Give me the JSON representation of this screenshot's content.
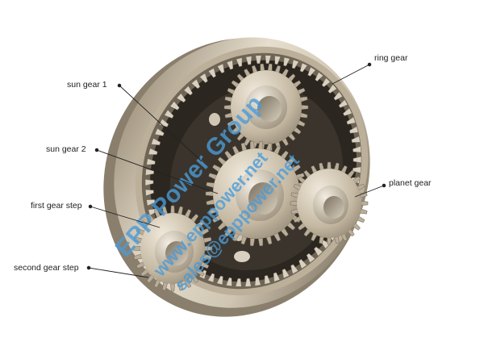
{
  "labels": {
    "ring_gear": "ring gear",
    "sun_gear_1": "sun gear 1",
    "sun_gear_2": "sun gear 2",
    "planet_gear": "planet gear",
    "first_gear_step": "first gear step",
    "second_gear_step": "second gear step"
  },
  "watermark": {
    "line1": "EPP Power Group",
    "line2": "www.epppower.net",
    "line3": "sales@epppower.net"
  },
  "colors": {
    "metal_light": "#d9d0c0",
    "metal_mid": "#b9ad98",
    "metal_dark": "#6f6556",
    "cavity": "#2b2620",
    "watermark": "#4a9bd8",
    "leader": "#222222"
  }
}
